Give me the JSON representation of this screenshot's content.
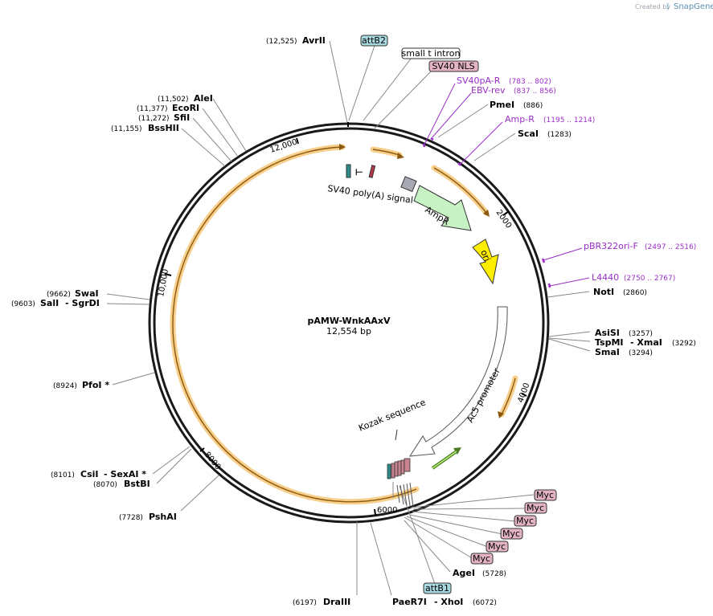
{
  "watermark": {
    "created_by": "Created by",
    "brand": "SnapGene"
  },
  "plasmid": {
    "name": "pAMW-WnkAAxV",
    "size_label": "12,554 bp"
  },
  "ticks": [
    "2000",
    "4000",
    "6000",
    "8000",
    "10,000",
    "12,000"
  ],
  "enzymes": [
    {
      "pos": "(12,525)",
      "name": "AvrII"
    },
    {
      "pos": "(11,502)",
      "name": "AleI"
    },
    {
      "pos": "(11,377)",
      "name": "EcoRI"
    },
    {
      "pos": "(11,272)",
      "name": "SfiI"
    },
    {
      "pos": "(11,155)",
      "name": "BssHII"
    },
    {
      "pos": "(886)",
      "name": "PmeI"
    },
    {
      "pos": "(1283)",
      "name": "ScaI"
    },
    {
      "pos": "(2860)",
      "name": "NotI"
    },
    {
      "pos": "(3257)",
      "name": "AsiSI"
    },
    {
      "pos": "(3292)",
      "name": "TspMI",
      "sep": "- XmaI"
    },
    {
      "pos": "(3294)",
      "name": "SmaI"
    },
    {
      "pos": "(9662)",
      "name": "SwaI"
    },
    {
      "pos": "(9603)",
      "name": "SalI",
      "sep": "- SgrDI"
    },
    {
      "pos": "(8924)",
      "name": "PfoI *"
    },
    {
      "pos": "(8101)",
      "name": "CsiI",
      "sep": "- SexAI *"
    },
    {
      "pos": "(8070)",
      "name": "BstBI"
    },
    {
      "pos": "(7728)",
      "name": "PshAI"
    },
    {
      "pos": "(6197)",
      "name": "DraIII"
    },
    {
      "pos": "(6072)",
      "name": "PaeR7I",
      "sep": "- XhoI"
    },
    {
      "pos": "(5728)",
      "name": "AgeI"
    }
  ],
  "primers": [
    {
      "name": "SV40pA-R",
      "range": "(783 .. 802)"
    },
    {
      "name": "EBV-rev",
      "range": "(837 .. 856)"
    },
    {
      "name": "Amp-R",
      "range": "(1195 .. 1214)"
    },
    {
      "name": "pBR322ori-F",
      "range": "(2497 .. 2516)"
    },
    {
      "name": "L4440",
      "range": "(2750 .. 2767)"
    }
  ],
  "boxed_features": [
    {
      "name": "attB2",
      "color": "#a8d8e0"
    },
    {
      "name": "small t intron",
      "color": "#ffffff"
    },
    {
      "name": "SV40 NLS",
      "color": "#e3b3c4"
    },
    {
      "name": "attB1",
      "color": "#a8d8e0"
    }
  ],
  "myc_tags": [
    "Myc",
    "Myc",
    "Myc",
    "Myc",
    "Myc",
    "Myc"
  ],
  "features": {
    "sv40_polya": "SV40 poly(A) signal",
    "ampr": "AmpR",
    "ori": "ori",
    "ac5_promoter": "Ac5 promoter",
    "kozak": "Kozak sequence"
  },
  "colors": {
    "backbone": "#1a1a1a",
    "orf_highlight": "#f7c97e",
    "ampr": "#c7f2c4",
    "ori": "#ffee00",
    "primer": "#9a2ec6",
    "promoter": "#ffffff"
  }
}
